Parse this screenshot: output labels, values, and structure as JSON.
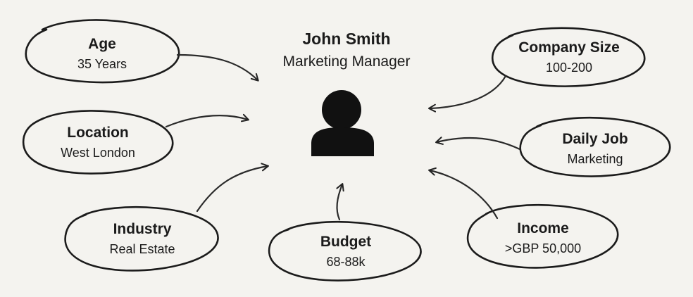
{
  "persona": {
    "name": "John Smith",
    "role": "Marketing Manager",
    "icon": "user-icon"
  },
  "attributes": {
    "age": {
      "title": "Age",
      "value": "35 Years"
    },
    "location": {
      "title": "Location",
      "value": "West London"
    },
    "industry": {
      "title": "Industry",
      "value": "Real Estate"
    },
    "budget": {
      "title": "Budget",
      "value": "68-88k"
    },
    "company_size": {
      "title": "Company Size",
      "value": "100-200"
    },
    "daily_job": {
      "title": "Daily Job",
      "value": "Marketing"
    },
    "income": {
      "title": "Income",
      "value": ">GBP 50,000"
    }
  },
  "colors": {
    "background": "#f4f3ef",
    "bubble_fill": "#f4f3ef",
    "ink": "#1b1b1b"
  }
}
